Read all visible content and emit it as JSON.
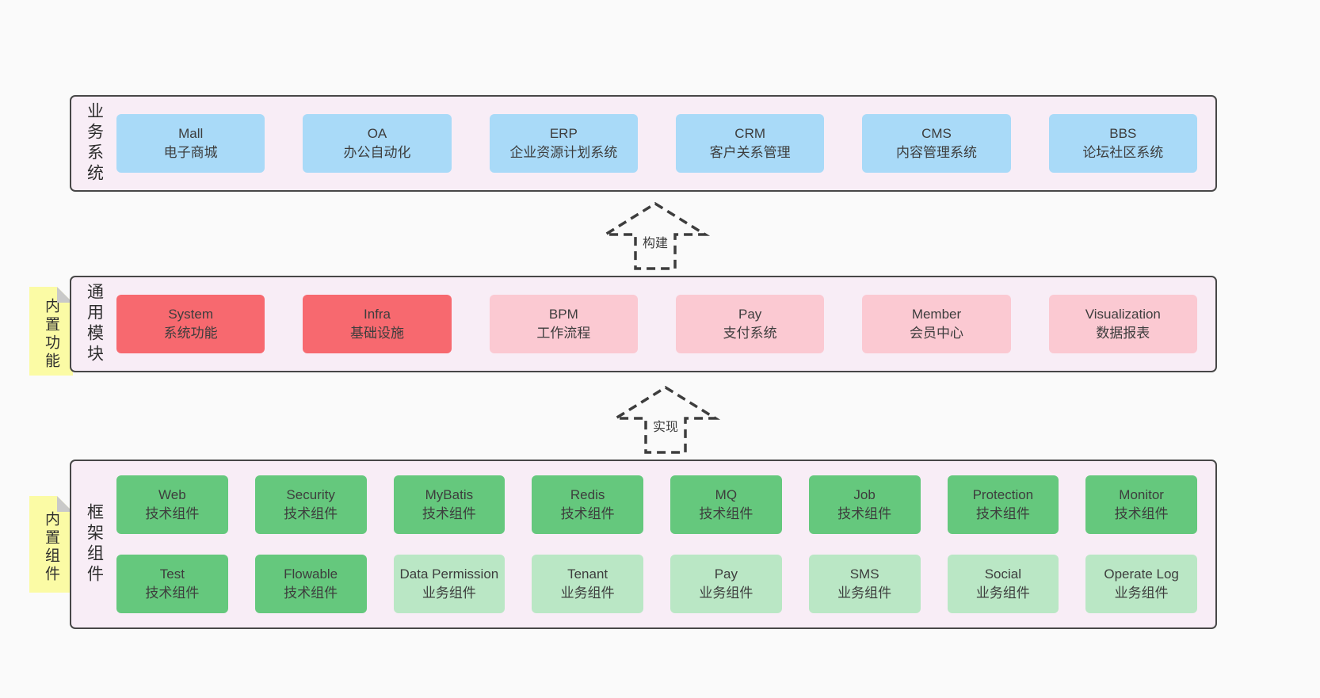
{
  "page": {
    "background": "#fafafa"
  },
  "colors": {
    "container_bg": "#f8edf6",
    "container_border": "#474747",
    "blue": "#a9daf8",
    "red": "#f7696f",
    "pink": "#fbc9d2",
    "green": "#65c87d",
    "light_green": "#bae7c5",
    "sticky_yellow": "#fbfba5",
    "sticky_fold": "#c9c9c9",
    "text": "#3d3d3d"
  },
  "arrows": [
    {
      "label": "构建"
    },
    {
      "label": "实现"
    }
  ],
  "layers": [
    {
      "label": "业务系统",
      "sticky": null,
      "rows": [
        [
          {
            "title": "Mall",
            "subtitle": "电子商城",
            "variant": "blue"
          },
          {
            "title": "OA",
            "subtitle": "办公自动化",
            "variant": "blue"
          },
          {
            "title": "ERP",
            "subtitle": "企业资源计划系统",
            "variant": "blue"
          },
          {
            "title": "CRM",
            "subtitle": "客户关系管理",
            "variant": "blue"
          },
          {
            "title": "CMS",
            "subtitle": "内容管理系统",
            "variant": "blue"
          },
          {
            "title": "BBS",
            "subtitle": "论坛社区系统",
            "variant": "blue"
          }
        ]
      ]
    },
    {
      "label": "通用模块",
      "sticky": "内置功能",
      "rows": [
        [
          {
            "title": "System",
            "subtitle": "系统功能",
            "variant": "red"
          },
          {
            "title": "Infra",
            "subtitle": "基础设施",
            "variant": "red"
          },
          {
            "title": "BPM",
            "subtitle": "工作流程",
            "variant": "pink"
          },
          {
            "title": "Pay",
            "subtitle": "支付系统",
            "variant": "pink"
          },
          {
            "title": "Member",
            "subtitle": "会员中心",
            "variant": "pink"
          },
          {
            "title": "Visualization",
            "subtitle": "数据报表",
            "variant": "pink"
          }
        ]
      ]
    },
    {
      "label": "框架组件",
      "sticky": "内置组件",
      "rows": [
        [
          {
            "title": "Web",
            "subtitle": "技术组件",
            "variant": "green"
          },
          {
            "title": "Security",
            "subtitle": "技术组件",
            "variant": "green"
          },
          {
            "title": "MyBatis",
            "subtitle": "技术组件",
            "variant": "green"
          },
          {
            "title": "Redis",
            "subtitle": "技术组件",
            "variant": "green"
          },
          {
            "title": "MQ",
            "subtitle": "技术组件",
            "variant": "green"
          },
          {
            "title": "Job",
            "subtitle": "技术组件",
            "variant": "green"
          },
          {
            "title": "Protection",
            "subtitle": "技术组件",
            "variant": "green"
          },
          {
            "title": "Monitor",
            "subtitle": "技术组件",
            "variant": "green"
          }
        ],
        [
          {
            "title": "Test",
            "subtitle": "技术组件",
            "variant": "green"
          },
          {
            "title": "Flowable",
            "subtitle": "技术组件",
            "variant": "green"
          },
          {
            "title": "Data Permission",
            "subtitle": "业务组件",
            "variant": "light_green"
          },
          {
            "title": "Tenant",
            "subtitle": "业务组件",
            "variant": "light_green"
          },
          {
            "title": "Pay",
            "subtitle": "业务组件",
            "variant": "light_green"
          },
          {
            "title": "SMS",
            "subtitle": "业务组件",
            "variant": "light_green"
          },
          {
            "title": "Social",
            "subtitle": "业务组件",
            "variant": "light_green"
          },
          {
            "title": "Operate Log",
            "subtitle": "业务组件",
            "variant": "light_green"
          }
        ]
      ]
    }
  ]
}
